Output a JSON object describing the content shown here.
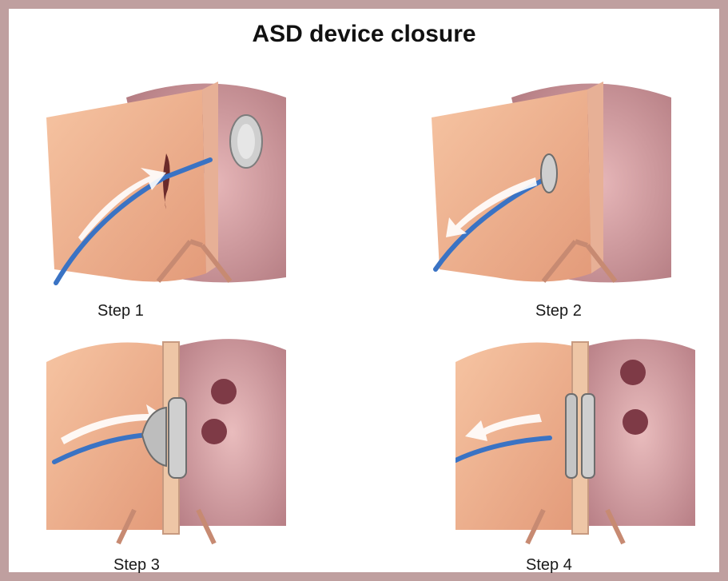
{
  "title": "ASD device closure",
  "steps": [
    {
      "label": "Step 1"
    },
    {
      "label": "Step 2"
    },
    {
      "label": "Step 3"
    },
    {
      "label": "Step 4"
    }
  ],
  "colors": {
    "border": "#bf9f9f",
    "atrium_left": "#f0b48e",
    "atrium_right": "#d9a0a4",
    "catheter": "#3a73c4",
    "device": "#c8c8c8"
  }
}
